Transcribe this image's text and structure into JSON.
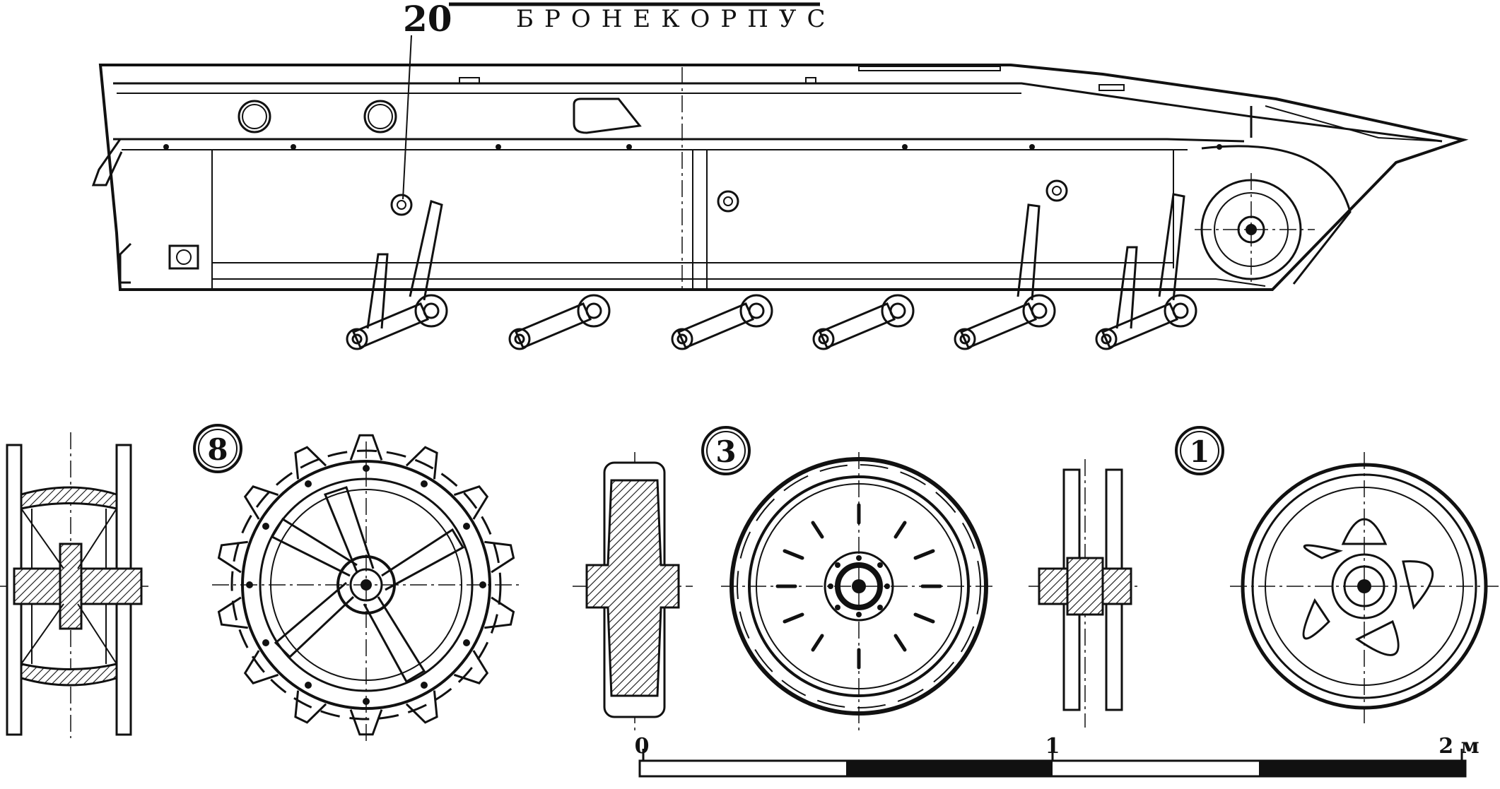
{
  "header": {
    "callout_number": "20",
    "section_title": "БРОНЕКОРПУС"
  },
  "parts": [
    {
      "number": "8"
    },
    {
      "number": "3"
    },
    {
      "number": "1"
    }
  ],
  "scale_bar": {
    "ticks": [
      "0",
      "1",
      "2 м"
    ]
  },
  "colors": {
    "ink": "#111111",
    "paper": "#ffffff"
  }
}
